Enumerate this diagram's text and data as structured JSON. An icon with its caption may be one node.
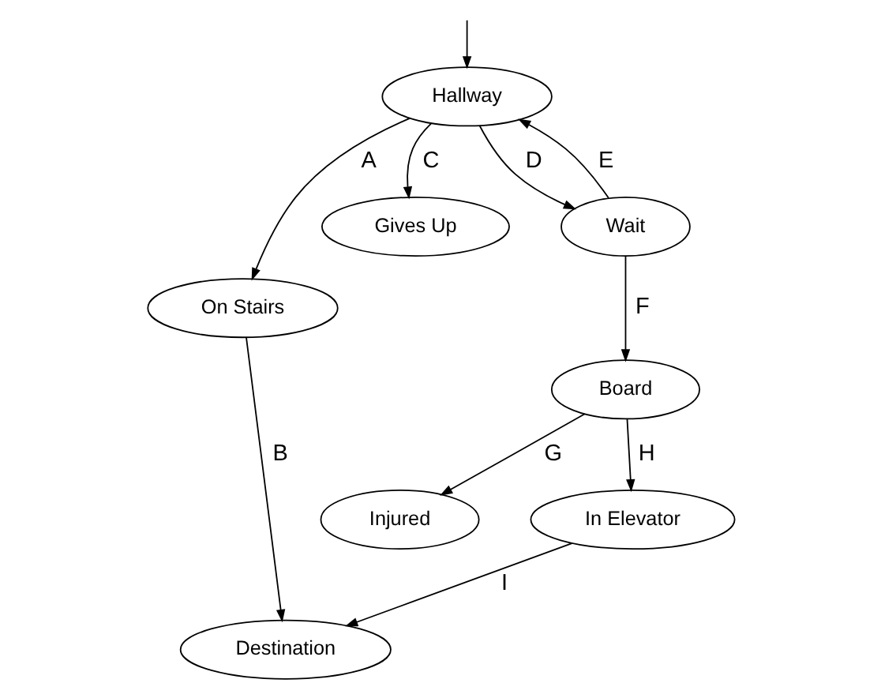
{
  "diagram": {
    "nodes": [
      {
        "text": [
          "Hallway"
        ]
      },
      {
        "text": [
          "On Stairs"
        ]
      },
      {
        "text": [
          "Gives Up"
        ]
      },
      {
        "text": [
          "Wait"
        ]
      },
      {
        "text": [
          "Destination"
        ]
      },
      {
        "text": [
          "Board"
        ]
      },
      {
        "text": [
          "Injured"
        ]
      },
      {
        "text": [
          "In Elevator"
        ]
      }
    ],
    "edges": [
      {
        "from": null,
        "to": 0,
        "arrow": "to"
      },
      {
        "from": 0,
        "to": 1,
        "arrow": "to",
        "label": "A"
      },
      {
        "from": 0,
        "to": 2,
        "arrow": "to",
        "label": "C"
      },
      {
        "from": 0,
        "to": 3,
        "arrow": "to",
        "label": "D"
      },
      {
        "from": 3,
        "to": 0,
        "arrow": "to",
        "label": "E"
      },
      {
        "from": 1,
        "to": 4,
        "arrow": "to",
        "label": "B"
      },
      {
        "from": 3,
        "to": 5,
        "arrow": "to",
        "label": "F"
      },
      {
        "from": 5,
        "to": 6,
        "arrow": "to",
        "label": "G"
      },
      {
        "from": 5,
        "to": 7,
        "arrow": "to",
        "label": "H"
      },
      {
        "from": 7,
        "to": 4,
        "arrow": "to",
        "label": "I"
      }
    ]
  }
}
